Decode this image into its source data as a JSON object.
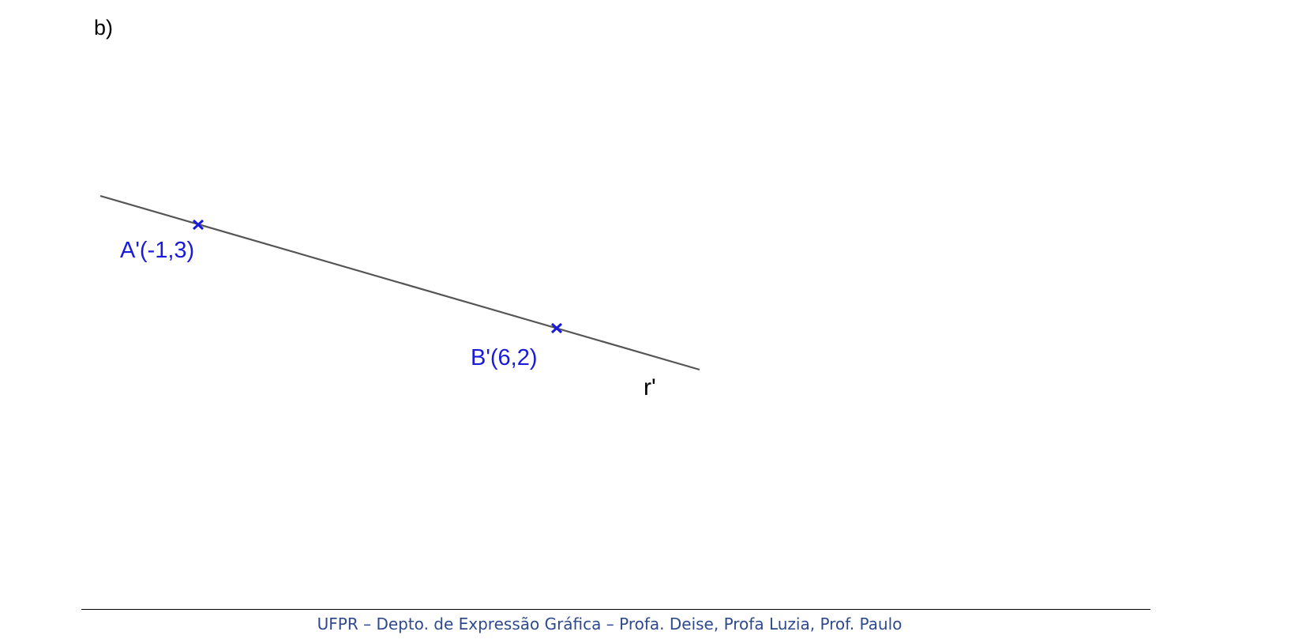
{
  "item_label": "b)",
  "diagram": {
    "line": {
      "name": "r'"
    },
    "points": [
      {
        "label": "A'(-1,3)"
      },
      {
        "label": "B'(6,2)"
      }
    ]
  },
  "footer": {
    "text": "UFPR – Depto. de Expressão Gráfica – Profa. Deise, Profa Luzia, Prof. Paulo"
  },
  "colors": {
    "point": "#1a1adb",
    "line": "#555555",
    "footer_text": "#2e4a8c",
    "text": "#000000"
  }
}
